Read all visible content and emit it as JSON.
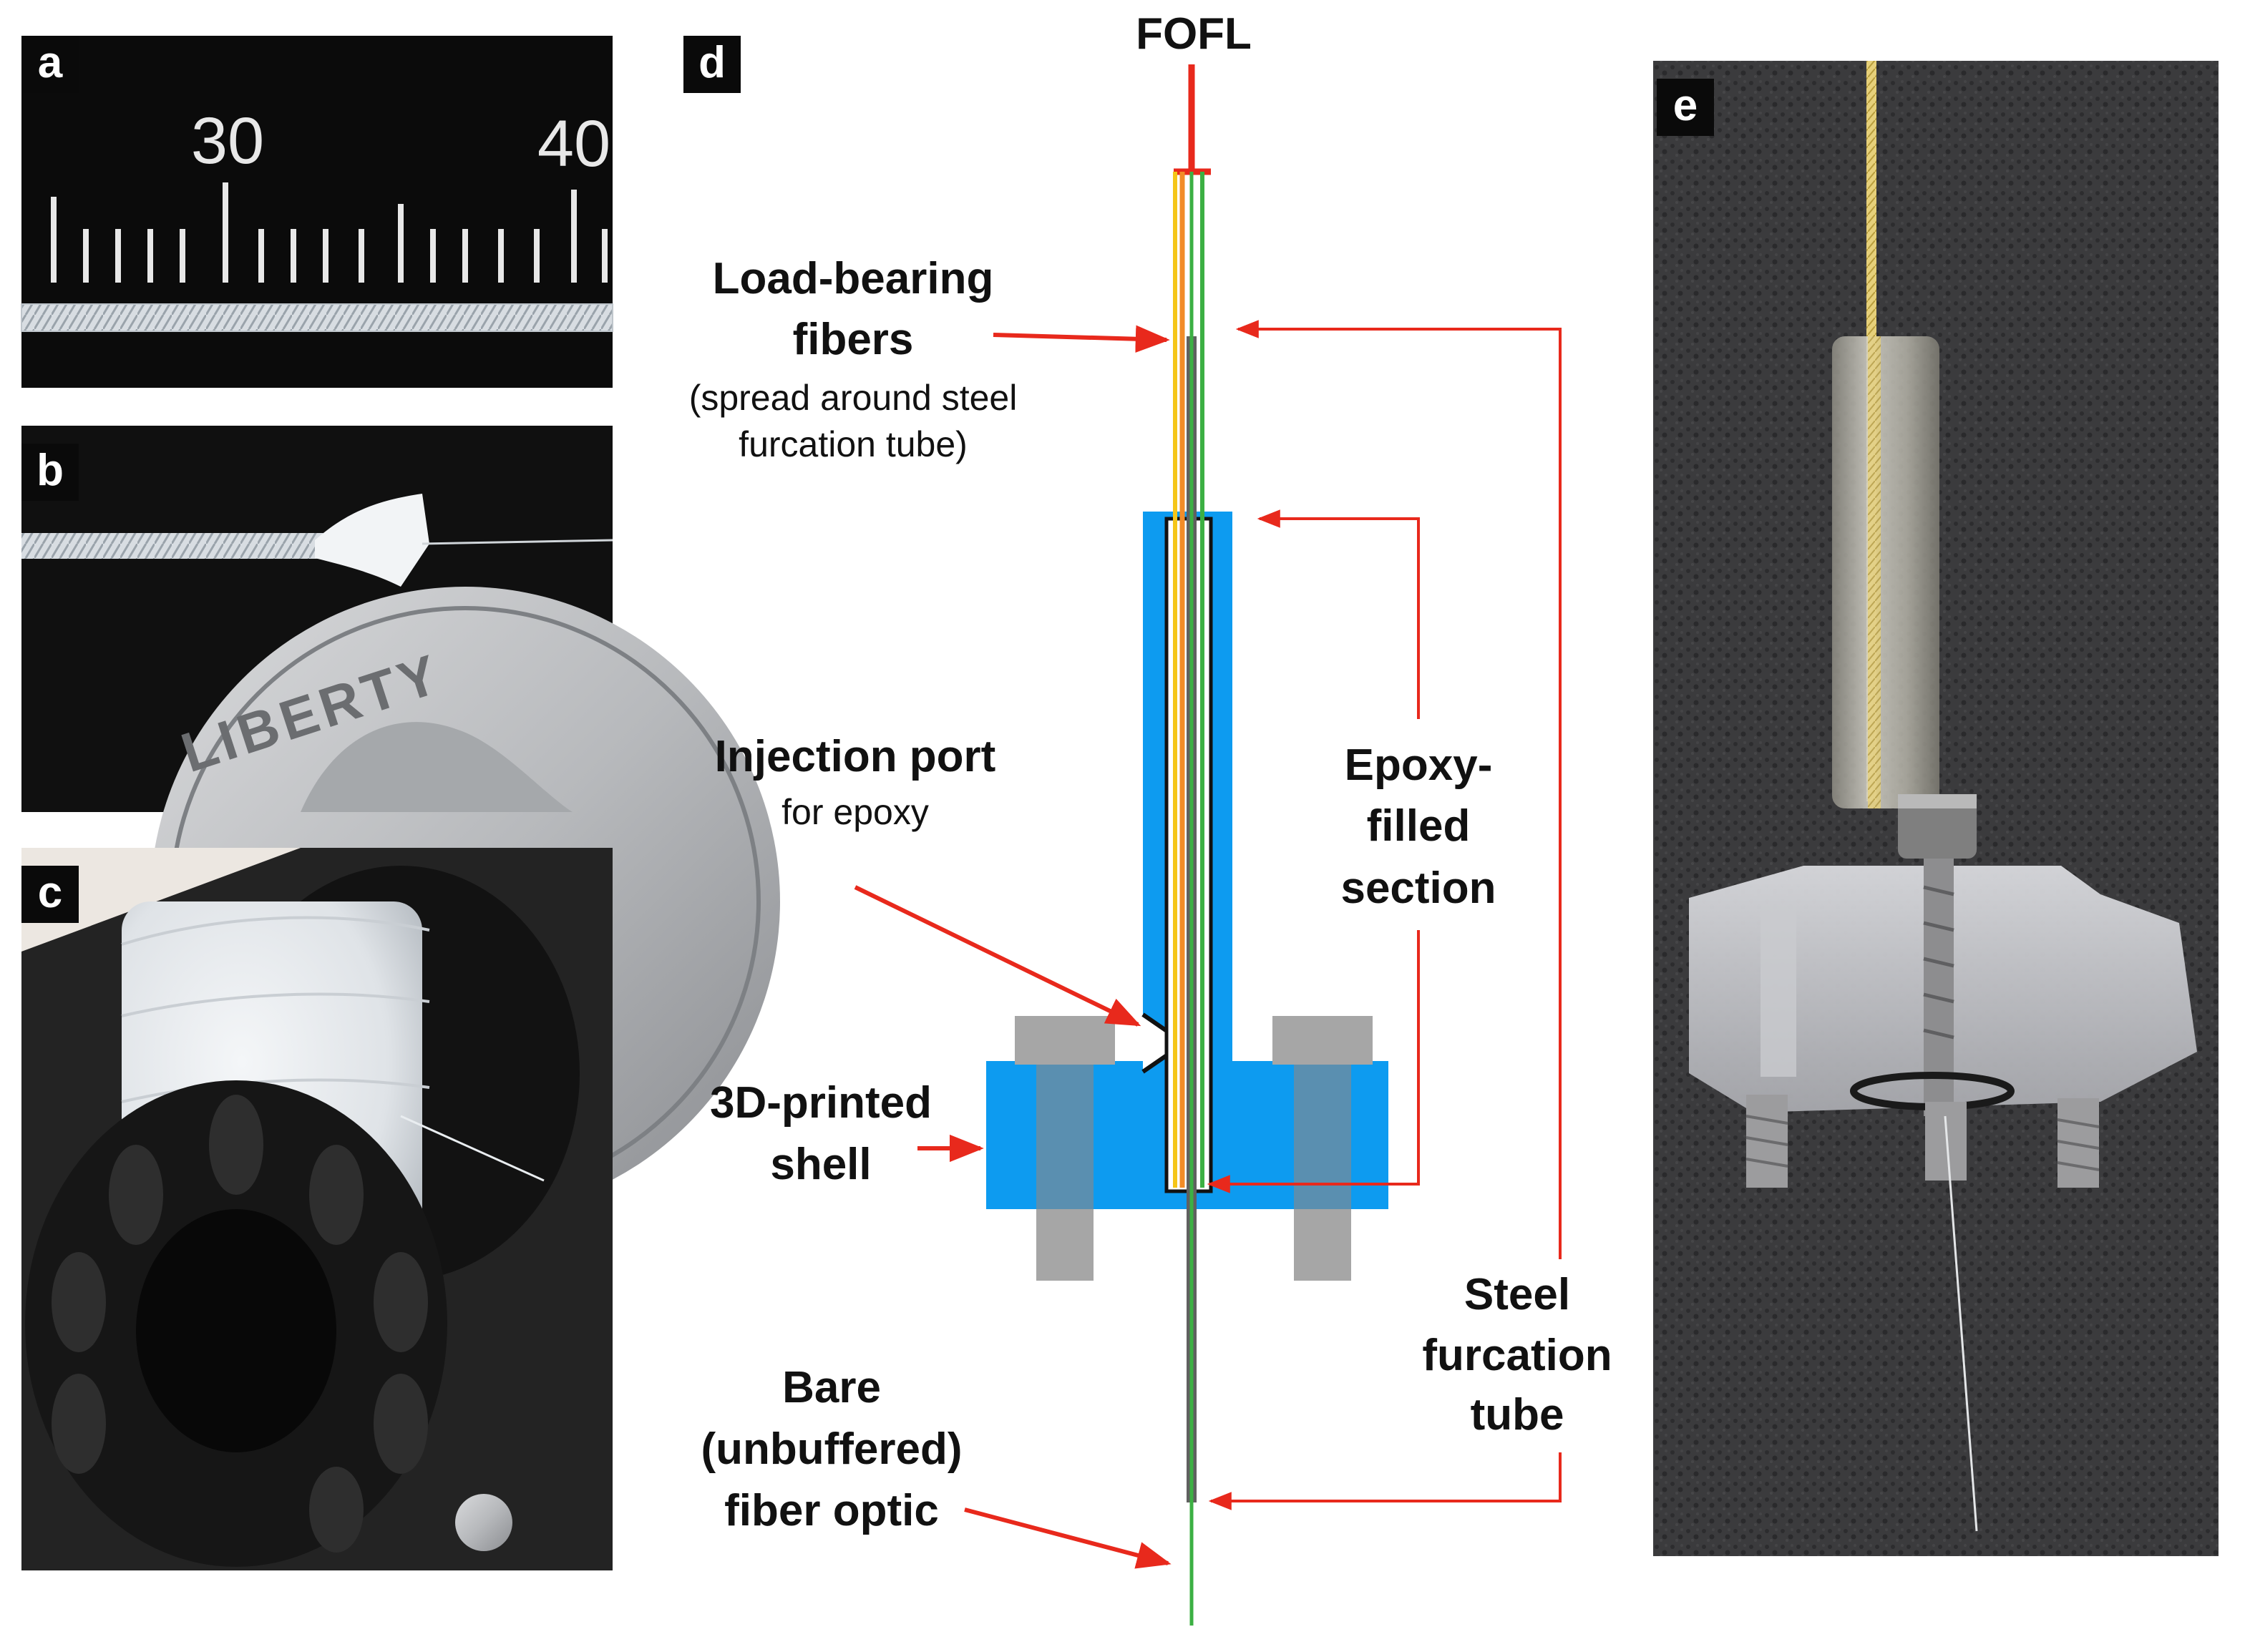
{
  "panels": {
    "a": {
      "letter": "a",
      "ruler": {
        "tick_labels": [
          "30",
          "40"
        ]
      }
    },
    "b": {
      "letter": "b",
      "coin": {
        "text": "LIBERTY"
      }
    },
    "c": {
      "letter": "c"
    },
    "d": {
      "letter": "d"
    },
    "e": {
      "letter": "e"
    }
  },
  "diagram": {
    "top_label": "FOFL",
    "labels": {
      "load_bearing": {
        "line1": "Load-bearing",
        "line2": "fibers",
        "note1": "(spread around steel",
        "note2": "furcation tube)"
      },
      "injection": {
        "title": "Injection port",
        "note": "for epoxy"
      },
      "shell": {
        "line1": "3D-printed",
        "line2": "shell"
      },
      "epoxy": {
        "line1": "Epoxy-",
        "line2": "filled",
        "line3": "section"
      },
      "steel": {
        "line1": "Steel",
        "line2": "furcation",
        "line3": "tube"
      },
      "bare": {
        "line1": "Bare",
        "line2": "(unbuffered)",
        "line3": "fiber optic"
      }
    },
    "colors": {
      "shell": "#0d9bf0",
      "bolt": "#a6a6a6",
      "bolt_overlap": "#5a8fb0",
      "arrow": "#e8291c",
      "fiber_green": "#3cb043",
      "fiber_orange": "#f28c28",
      "fiber_yellow": "#f5c518",
      "steel_tube": "#606060"
    }
  }
}
